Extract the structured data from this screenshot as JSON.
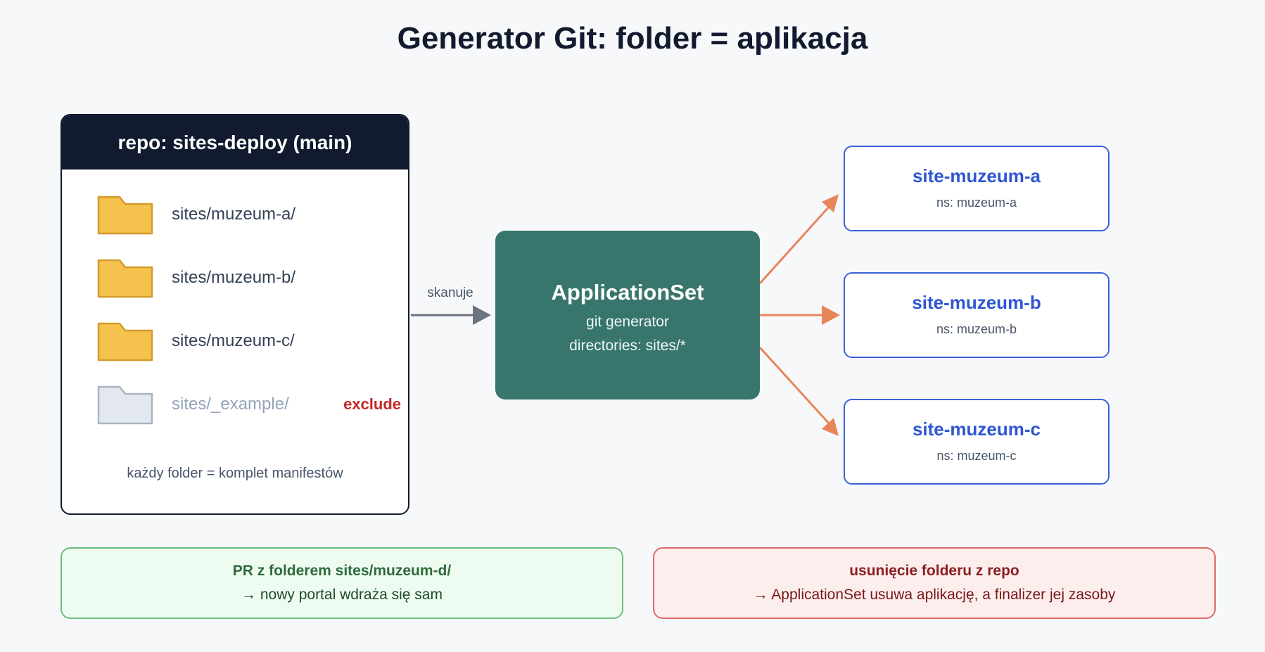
{
  "title": "Generator Git: folder = aplikacja",
  "repo": {
    "header": "repo: sites-deploy (main)",
    "folders": [
      {
        "path": "sites/muzeum-a/",
        "excluded": false
      },
      {
        "path": "sites/muzeum-b/",
        "excluded": false
      },
      {
        "path": "sites/muzeum-c/",
        "excluded": false
      },
      {
        "path": "sites/_example/",
        "excluded": true,
        "tag": "exclude"
      }
    ],
    "note": "każdy folder = komplet manifestów"
  },
  "scan_label": "skanuje",
  "appset": {
    "title": "ApplicationSet",
    "line1": "git generator",
    "line2": "directories: sites/*"
  },
  "sites": [
    {
      "name": "site-muzeum-a",
      "ns": "ns: muzeum-a"
    },
    {
      "name": "site-muzeum-b",
      "ns": "ns: muzeum-b"
    },
    {
      "name": "site-muzeum-c",
      "ns": "ns: muzeum-c"
    }
  ],
  "notes": {
    "add": {
      "title": "PR z folderem sites/muzeum-d/",
      "text": "→ nowy portal wdraża się sam"
    },
    "remove": {
      "title": "usunięcie folderu z repo",
      "text": "→ ApplicationSet usuwa aplikację, a finalizer jej zasoby"
    }
  },
  "colors": {
    "dark": "#111a2e",
    "folder": "#f4c24d",
    "folder_excluded": "#e3e8f0",
    "appset": "#38766d",
    "site_border": "#3b63d6",
    "arrow_scan": "#6b7280",
    "arrow_out": "#e8855a",
    "exclude": "#c62828"
  }
}
